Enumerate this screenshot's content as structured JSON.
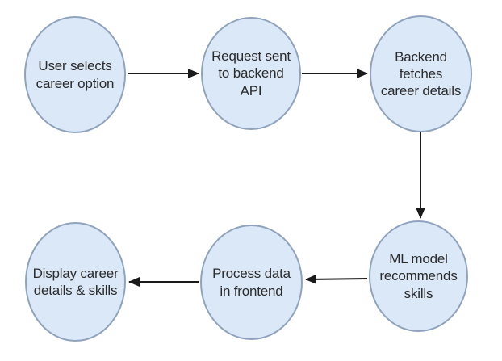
{
  "diagram": {
    "type": "flowchart",
    "colors": {
      "node_fill": "#dbe8f8",
      "node_stroke": "#8fa3bd",
      "arrow": "#1a1a1a",
      "text": "#2b2b2b",
      "background": "#ffffff"
    },
    "nodes": [
      {
        "id": "user-selects-career-option",
        "label": "User selects\ncareer option"
      },
      {
        "id": "request-sent-to-backend-api",
        "label": "Request sent\nto backend\nAPI"
      },
      {
        "id": "backend-fetches-career-details",
        "label": "Backend\nfetches\ncareer details"
      },
      {
        "id": "ml-model-recommends-skills",
        "label": "ML model\nrecommends\nskills"
      },
      {
        "id": "process-data-in-frontend",
        "label": "Process data\nin frontend"
      },
      {
        "id": "display-career-details-skills",
        "label": "Display career\ndetails & skills"
      }
    ],
    "edges": [
      {
        "from": "user-selects-career-option",
        "to": "request-sent-to-backend-api",
        "direction": "right"
      },
      {
        "from": "request-sent-to-backend-api",
        "to": "backend-fetches-career-details",
        "direction": "right"
      },
      {
        "from": "backend-fetches-career-details",
        "to": "ml-model-recommends-skills",
        "direction": "down"
      },
      {
        "from": "ml-model-recommends-skills",
        "to": "process-data-in-frontend",
        "direction": "left"
      },
      {
        "from": "process-data-in-frontend",
        "to": "display-career-details-skills",
        "direction": "left"
      }
    ]
  }
}
